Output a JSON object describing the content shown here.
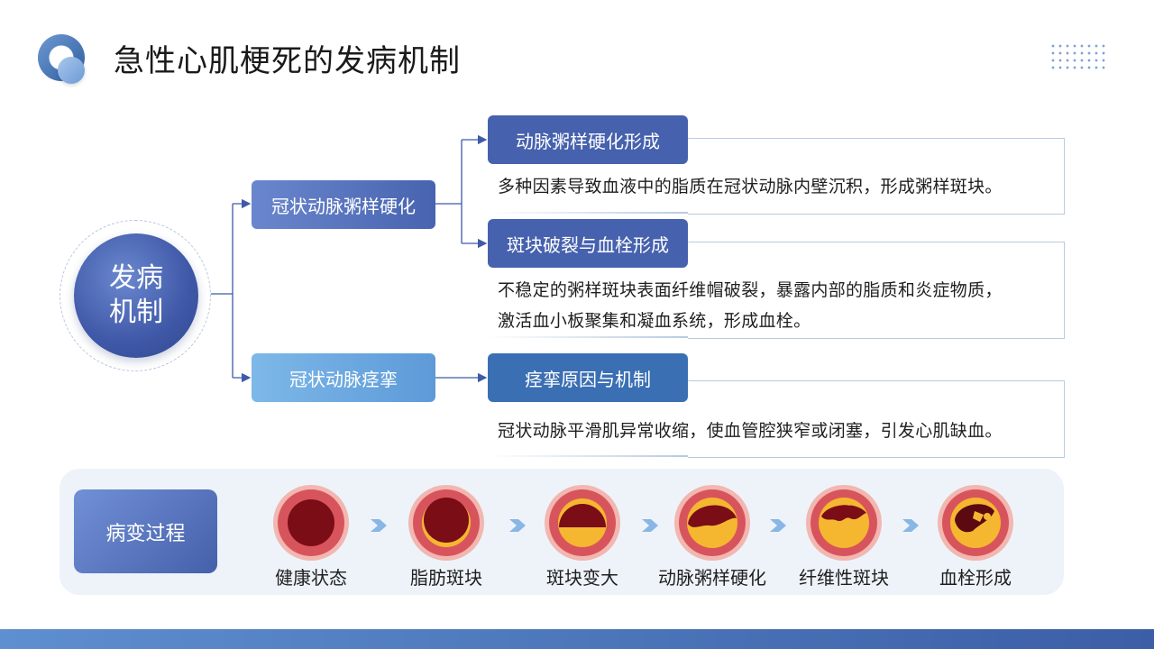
{
  "header": {
    "title": "急性心肌梗死的发病机制"
  },
  "center": {
    "line1": "发病",
    "line2": "机制"
  },
  "branches": [
    {
      "label": "冠状动脉粥样硬化"
    },
    {
      "label": "冠状动脉痉挛"
    }
  ],
  "details": [
    {
      "title": "动脉粥样硬化形成",
      "lines": [
        "多种因素导致血液中的脂质在冠状动脉内壁沉积，形成粥样斑块。"
      ]
    },
    {
      "title": "斑块破裂与血栓形成",
      "lines": [
        "不稳定的粥样斑块表面纤维帽破裂，暴露内部的脂质和炎症物质，",
        "激活血小板聚集和凝血系统，形成血栓。"
      ]
    },
    {
      "title": "痉挛原因与机制",
      "lines": [
        "冠状动脉平滑肌异常收缩，使血管腔狭窄或闭塞，引发心肌缺血。"
      ]
    }
  ],
  "process": {
    "label": "病变过程",
    "stages": [
      "健康状态",
      "脂肪斑块",
      "斑块变大",
      "动脉粥样硬化",
      "纤维性斑块",
      "血栓形成"
    ]
  },
  "colors": {
    "primary": "#4661ad",
    "light_blue": "#6fa9e0",
    "panel_bg": "#eef3fa",
    "plaque": "#f5b730",
    "vessel": "#d8545c"
  }
}
